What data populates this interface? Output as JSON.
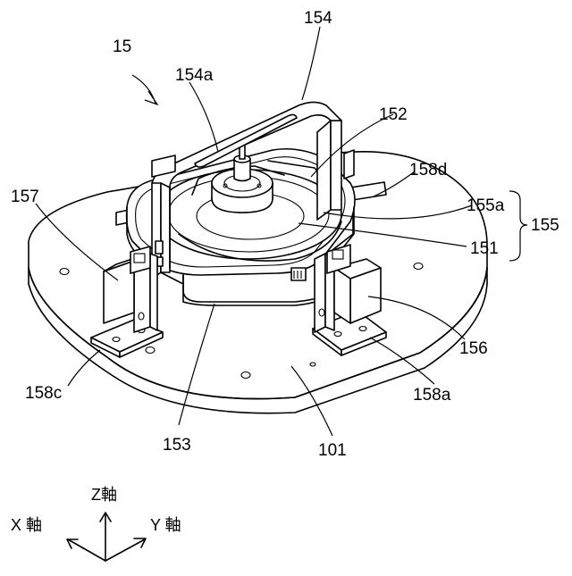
{
  "labels": {
    "assembly": "15",
    "frame": "154",
    "frame_slot": "154a",
    "part_152": "152",
    "part_158d": "158d",
    "part_155a": "155a",
    "group_155": "155",
    "part_151": "151",
    "part_157": "157",
    "part_156": "156",
    "part_158c": "158c",
    "part_158a": "158a",
    "part_153": "153",
    "base_101": "101"
  },
  "axes": {
    "z": "Z軸",
    "x": "X 軸",
    "y": "Y 軸"
  }
}
